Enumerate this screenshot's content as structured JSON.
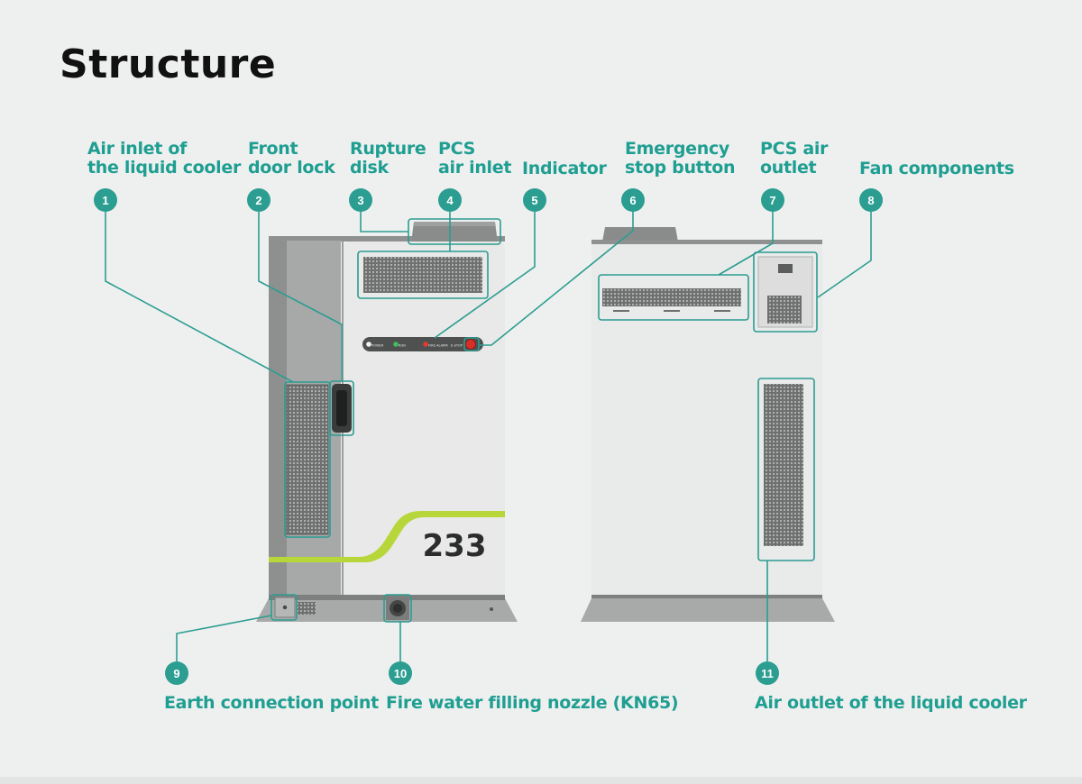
{
  "title": "Structure",
  "unit_number": "233",
  "panel_labels": [
    "POWER",
    "RUN",
    "FIRE ALARM",
    "E-STOP"
  ],
  "callouts": [
    {
      "num": "1",
      "label": "Air inlet of\nthe liquid cooler"
    },
    {
      "num": "2",
      "label": "Front\ndoor lock"
    },
    {
      "num": "3",
      "label": "Rupture\ndisk"
    },
    {
      "num": "4",
      "label": "PCS\nair inlet"
    },
    {
      "num": "5",
      "label": "Indicator"
    },
    {
      "num": "6",
      "label": "Emergency\nstop button"
    },
    {
      "num": "7",
      "label": "PCS air\noutlet"
    },
    {
      "num": "8",
      "label": "Fan components"
    },
    {
      "num": "9",
      "label": "Earth connection point"
    },
    {
      "num": "10",
      "label": "Fire water filling nozzle (KN65)"
    },
    {
      "num": "11",
      "label": "Air outlet of the liquid cooler"
    }
  ],
  "colors": {
    "accent": "#2b9d91",
    "lime": "#b7d63a",
    "cabinet": "#e6e7e6",
    "trim": "#8a8c8b"
  }
}
